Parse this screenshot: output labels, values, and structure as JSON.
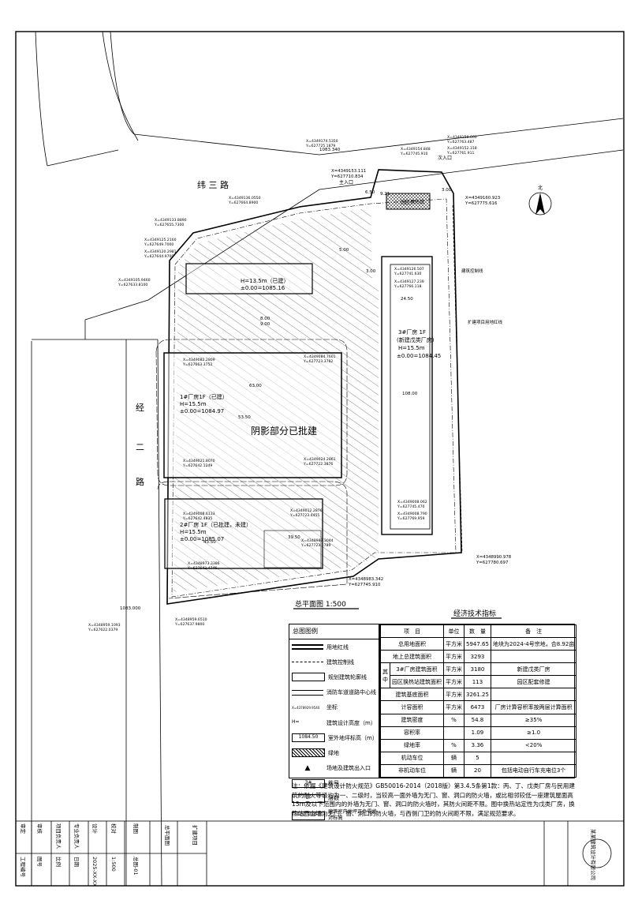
{
  "roads": {
    "wei_san": "纬 三 路",
    "jing_er_1": "经",
    "jing_er_2": "二",
    "jing_er_3": "路"
  },
  "plan": {
    "center_label": "阴影部分已批建",
    "building_1": [
      "3#厂房 1F",
      "(新建戊类厂房)",
      "H=15.5m",
      "±0.00=1084.45"
    ],
    "building_2": [
      "1#厂房1F（已建）",
      "H=15.5m",
      "±0.00=1084.97"
    ],
    "building_3": [
      "2#厂房 1F（已批建，未建）",
      "H=15.5m",
      "±0.00=1085.07"
    ],
    "building_4": [
      "H=13.5m（已建）",
      "±0.00=1085.16"
    ],
    "main_entrance": "主入口",
    "gate": "次入口",
    "boundary_label": "建筑控制线",
    "red_line_label": "扩建项目用地红线",
    "guard": "园区换热站",
    "dims": {
      "d1": "63.00",
      "d2": "43.50",
      "d3": "24.50",
      "d4": "108.00",
      "d5": "39.50",
      "d6": "53.50",
      "d7": "6.50",
      "d8": "9.21",
      "d9": "3.00",
      "d10": "5.00",
      "d11": "9.00",
      "d12": "8.00",
      "d13": "3.00"
    },
    "elev_1": "1083.340",
    "elev_2": "1083.000",
    "coords": [
      "X=4349174.5350",
      "Y=627725.1879",
      "X=4349154.848",
      "Y=627745.910",
      "X=4349158.660",
      "Y=627763.487",
      "X=4349152.318",
      "Y=627761.911",
      "X=4349153.111",
      "Y=627710.834",
      "X=4349160.923",
      "Y=627775.616",
      "X=4349136.0550",
      "Y=627664.8900",
      "X=4349133.8890",
      "Y=627655.7300",
      "X=4349125.2160",
      "Y=627649.7000",
      "X=4349120.2981",
      "Y=627644.9700",
      "X=4349105.9460",
      "Y=627633.8100",
      "X=4349082.2809",
      "Y=627663.3752",
      "X=4349084.7601",
      "Y=627723.3782",
      "X=4349021.8070",
      "Y=627642.1249",
      "X=4349024.2861",
      "Y=627722.3876",
      "X=4349008.6133",
      "Y=627642.4835",
      "X=4349012.2876",
      "Y=627723.4455",
      "X=4348973.3386",
      "Y=627643.4746",
      "X=4348987.3044",
      "Y=627723.1789",
      "X=4348983.342",
      "Y=627745.910",
      "X=4348990.978",
      "Y=627780.697",
      "X=4348959.1093",
      "Y=627622.0379",
      "X=4348959.6510",
      "Y=627637.9800",
      "X=4349126.507",
      "Y=627741.630",
      "X=4349127.239",
      "Y=627766.118",
      "X=4349008.062",
      "Y=627745.470",
      "X=4349008.790",
      "Y=627769.959"
    ],
    "scale_title": "总平面图 1:500",
    "north": "北"
  },
  "legend": {
    "title": "总图图例",
    "items": [
      "用地红线",
      "建筑控制线",
      "规划建筑轮廓线",
      "消防车道道路中心线",
      "坐标",
      "建筑设计高度（m）",
      "室外地坪标高（m）",
      "绿地",
      "场地及建筑出入口",
      "栋号",
      "层数",
      "建筑室内地坪正负零绝对标高"
    ],
    "sym_coord": "X=4378929.9540",
    "sym_height": "H=",
    "sym_elev": "1084.50",
    "sym_no": "3#",
    "sym_floor": "1F",
    "sym_pm": "±0.00=1085.00"
  },
  "econ": {
    "title": "经济技术指标",
    "header": [
      "项　目",
      "单位",
      "数　量",
      "备　注"
    ],
    "rows": [
      [
        "总用地面积",
        "平方米",
        "5947.65",
        "地块为2024-4号宗地，合8.92亩"
      ],
      [
        "地上总建筑面积",
        "平方米",
        "3293",
        ""
      ],
      [
        "3#厂房建筑面积",
        "平方米",
        "3180",
        "新建戊类厂房"
      ],
      [
        "园区换热站建筑面积",
        "平方米",
        "113",
        "园区配套修建"
      ],
      [
        "建筑基底面积",
        "平方米",
        "3261.25",
        ""
      ],
      [
        "计容面积",
        "平方米",
        "6473",
        "厂房计算容积率按两层计算面积"
      ],
      [
        "建筑密度",
        "%",
        "54.8",
        "≥35%"
      ],
      [
        "容积率",
        "",
        "1.09",
        "≥1.0"
      ],
      [
        "绿地率",
        "%",
        "3.36",
        "<20%"
      ],
      [
        "机动车位",
        "辆",
        "5",
        ""
      ],
      [
        "非机动车位",
        "辆",
        "20",
        "包括电动自行车充电位3个"
      ]
    ],
    "group_label": "其中"
  },
  "note": "注：依据《建筑设计防火规范》GB50016-2014（2018版）第3.4.5条第1款：丙、丁、戊类厂房与民用建筑的耐火等级均为一、二级时，当较高一面外墙为无门、窗、洞口的防火墙，或比相邻较低一座建筑屋面高15m及以下范围内的外墙为无门、窗、洞口的防火墙时，其防火间距不限。图中换热站定性为戊类厂房，换热站西山墙为无门、窗、洞口的防火墙，与西侧门卫的防火间距不限，满足规范要求。",
  "titleblock": {
    "company": "某某建筑设计有限公司",
    "project": "扩建项目",
    "drawing": "总平面图",
    "labels": [
      "审定",
      "审核",
      "项目负责人",
      "专业负责人",
      "设计",
      "校对",
      "制图",
      "工程编号",
      "图号",
      "比例",
      "日期"
    ],
    "values": [
      "2025-XX-XX",
      "1:500",
      "总图-01"
    ]
  },
  "colors": {
    "line": "#000000",
    "hatch": "#333333"
  }
}
